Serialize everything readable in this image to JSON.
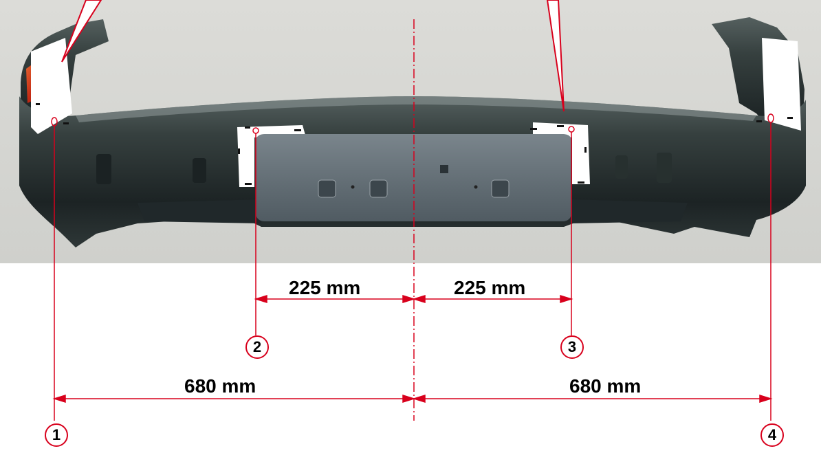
{
  "dimensions": {
    "inner_left": "225 mm",
    "inner_right": "225 mm",
    "outer_left": "680 mm",
    "outer_right": "680 mm"
  },
  "markers": {
    "m1": "1",
    "m2": "2",
    "m3": "3",
    "m4": "4"
  },
  "colors": {
    "dimension_line": "#d8001c",
    "bumper_paint": "#2c3539",
    "license_plate_mount": "#5f6b73",
    "masking_tape": "#ffffff",
    "background_floor": "#d8d8d4"
  }
}
